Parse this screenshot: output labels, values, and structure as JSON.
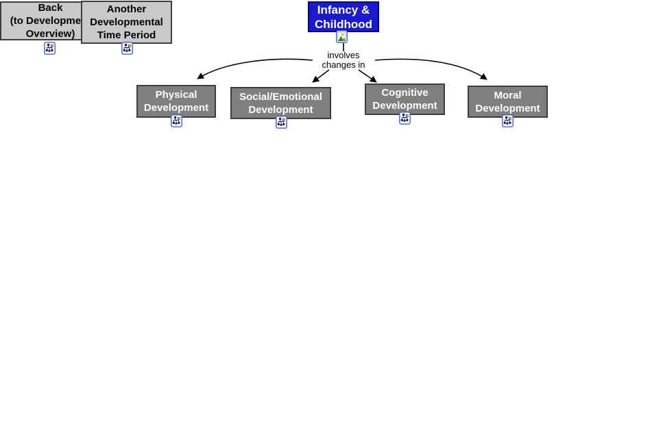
{
  "nodes": {
    "back": {
      "label": "Back\n(to Development\nOverview)"
    },
    "another_period": {
      "label": "Another\nDevelopmental\nTime Period"
    },
    "root": {
      "label": "Infancy &\nChildhood"
    },
    "physical": {
      "label": "Physical\nDevelopment"
    },
    "social": {
      "label": "Social/Emotional\nDevelopment"
    },
    "cognitive": {
      "label": "Cognitive\nDevelopment"
    },
    "moral": {
      "label": "Moral\nDevelopment"
    }
  },
  "linking_phrase": {
    "label": "involves\nchanges in"
  },
  "icons": {
    "concept_map_icon_name": "concept-map-link-icon",
    "image_icon_name": "image-resource-icon"
  },
  "colors": {
    "root_fill": "#1c1acd",
    "root_border": "#00008c",
    "root_text": "#ffffff",
    "child_fill": "#7f7f7f",
    "child_text": "#ffffff",
    "nav_fill": "#c9c9c9",
    "nav_text": "#000000",
    "node_border": "#3d3d3d",
    "connector": "#000000",
    "icon_border": "#3a66cc",
    "icon_node_navy": "#1a1a66",
    "icon_accent_yellow": "#e8c324",
    "icon_mountain_green": "#2e7d32"
  }
}
